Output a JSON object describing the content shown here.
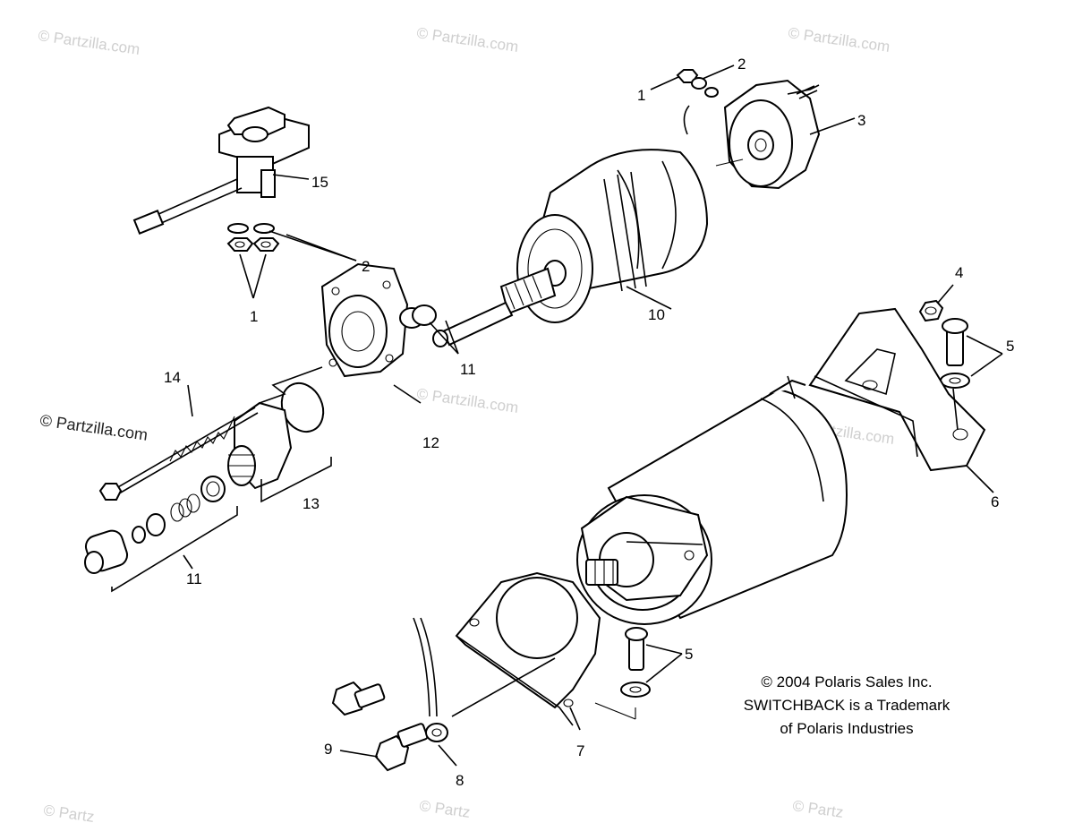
{
  "callouts": {
    "c1_top": "1",
    "c2_top": "2",
    "c3": "3",
    "c15": "15",
    "c2_left": "2",
    "c1_left": "1",
    "c10": "10",
    "c4": "4",
    "c5_right": "5",
    "c14": "14",
    "c11_mid": "11",
    "c12": "12",
    "c13": "13",
    "c11_low": "11",
    "c6": "6",
    "c5_low": "5",
    "c9": "9",
    "c8": "8",
    "c7": "7"
  },
  "watermarks": {
    "w1": "© Partzilla.com",
    "w2": "© Partzilla.com",
    "w3": "© Partzilla.com",
    "w4": "© Partzilla.com",
    "w5": "© Partzilla.com",
    "w6": "© Partzilla.com",
    "w7": "© Partz",
    "w8": "© Partz",
    "w9": "© Partz"
  },
  "copyright": {
    "line1": "© 2004 Polaris Sales Inc.",
    "line2": "SWITCHBACK is a Trademark",
    "line3": "of Polaris Industries"
  }
}
